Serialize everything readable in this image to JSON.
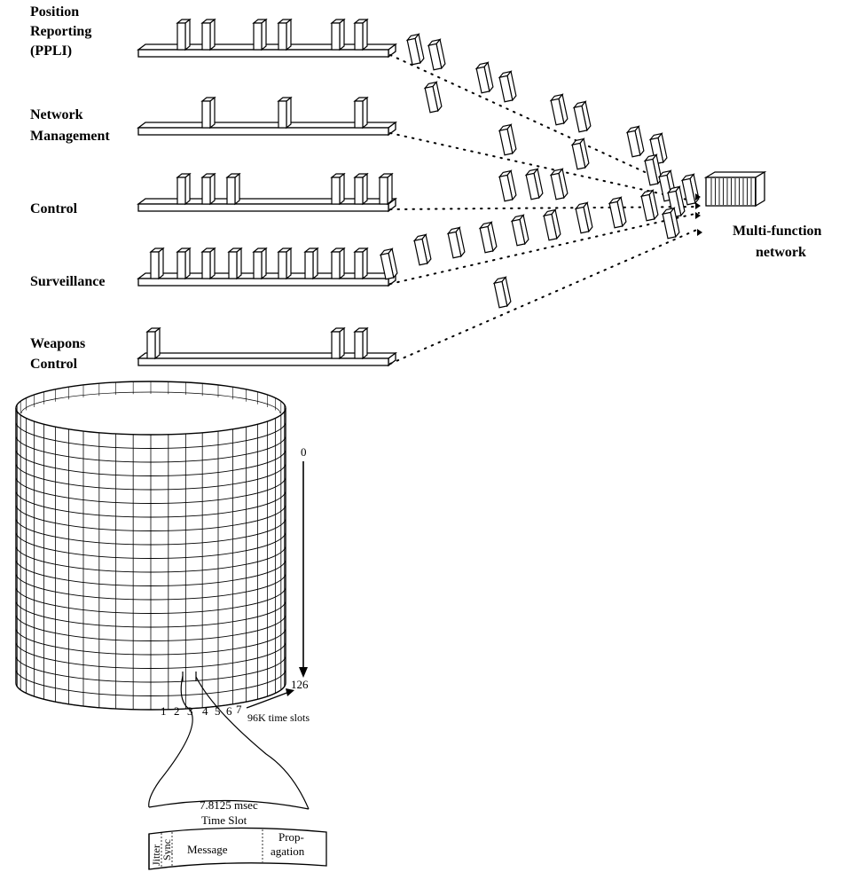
{
  "diagram": {
    "functions": [
      {
        "id": "ppli",
        "label_lines": [
          "Position",
          "Reporting",
          "(PPLI)"
        ],
        "slot_count": 6
      },
      {
        "id": "netmgmt",
        "label_lines": [
          "Network",
          "Management"
        ],
        "slot_count": 3
      },
      {
        "id": "control",
        "label_lines": [
          "Control"
        ],
        "slot_count": 6
      },
      {
        "id": "surveillance",
        "label_lines": [
          "Surveillance"
        ],
        "slot_count": 10
      },
      {
        "id": "weapons",
        "label_lines": [
          "Weapons",
          "Control"
        ],
        "slot_count": 3
      }
    ],
    "network_label_lines": [
      "Multi-function",
      "network"
    ],
    "cylinder": {
      "top_marker": "0",
      "bottom_marker": "126",
      "slot_numbers": [
        "1",
        "2",
        "3",
        "4",
        "5",
        "6",
        "7"
      ],
      "time_slots_label": "96K time slots"
    },
    "time_slot": {
      "duration_line1": "7.8125 msec",
      "duration_line2": "Time Slot",
      "sections": [
        "Jitter",
        "Sync",
        "Message",
        "Prop-",
        "agation"
      ]
    }
  }
}
